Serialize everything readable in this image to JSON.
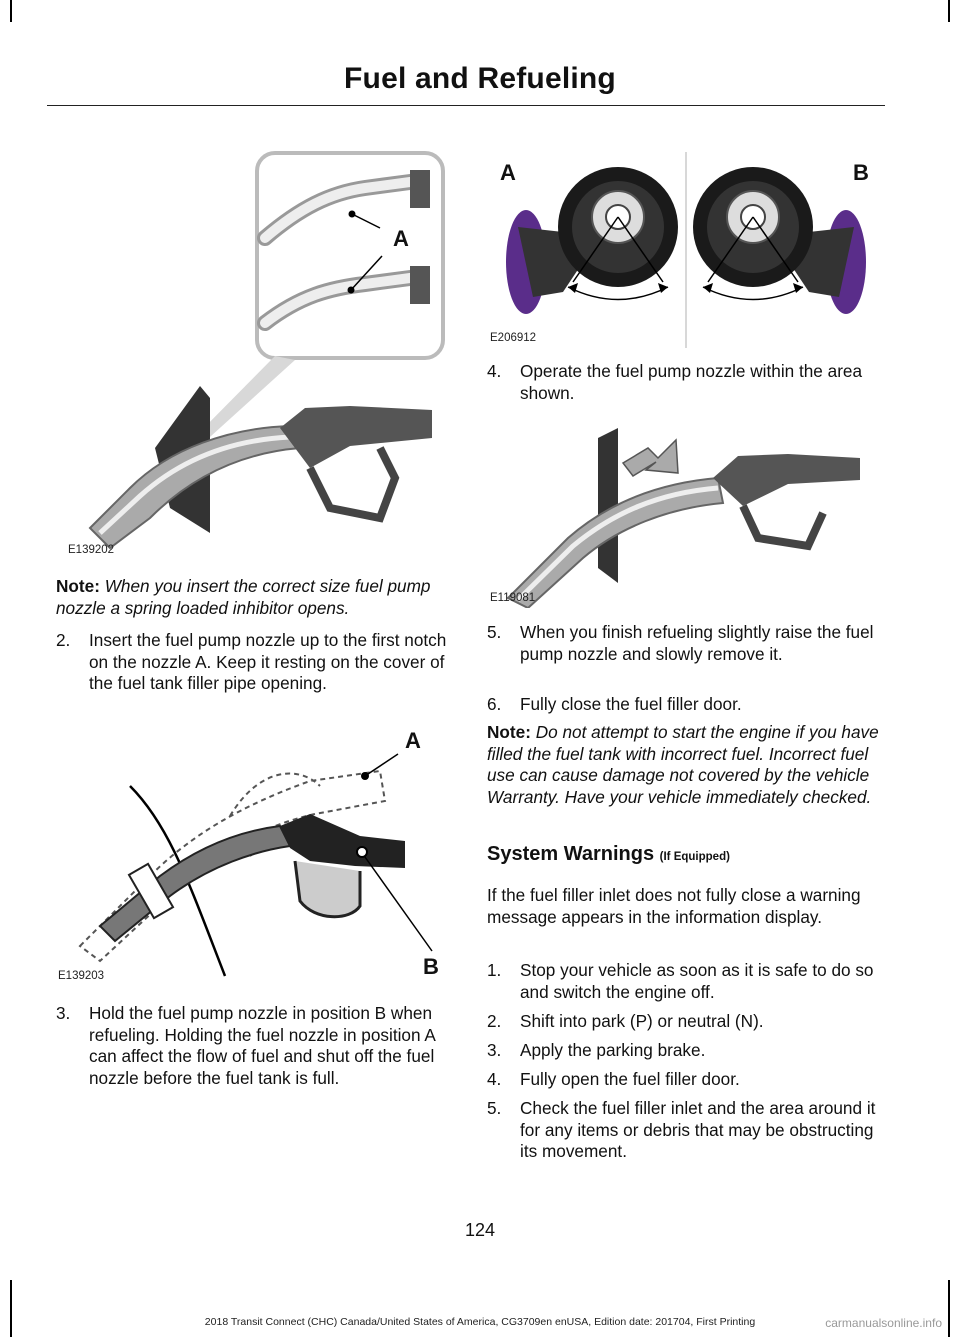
{
  "header": {
    "title": "Fuel and Refueling"
  },
  "figures": {
    "fig1": {
      "code": "E139202",
      "callout_a": "A"
    },
    "fig2": {
      "code": "E139203",
      "callout_a": "A",
      "callout_b": "B"
    },
    "fig3": {
      "code": "E206912",
      "callout_a": "A",
      "callout_b": "B"
    },
    "fig4": {
      "code": "E119081"
    }
  },
  "left": {
    "note1": {
      "label": "Note:",
      "text": "When you insert the correct size fuel pump nozzle a spring loaded inhibitor opens."
    },
    "step2": {
      "num": "2.",
      "text": "Insert the fuel pump nozzle up to the first notch on the nozzle A.  Keep it resting on the cover of the fuel tank filler pipe opening."
    },
    "step3": {
      "num": "3.",
      "text": "Hold the fuel pump nozzle in position B when refueling.  Holding the fuel nozzle in position A can affect the flow of fuel and shut off the fuel nozzle before the fuel tank is full."
    }
  },
  "right": {
    "step4": {
      "num": "4.",
      "text": "Operate the fuel pump nozzle within the area shown."
    },
    "step5": {
      "num": "5.",
      "text": "When you finish refueling slightly raise the fuel pump nozzle and slowly remove it."
    },
    "step6": {
      "num": "6.",
      "text": "Fully close the fuel filler door."
    },
    "note2": {
      "label": "Note:",
      "text": " Do not attempt to start the engine if you have filled the fuel tank with incorrect fuel.  Incorrect fuel use can cause damage not covered by the vehicle Warranty.  Have your vehicle immediately checked."
    },
    "section": {
      "title": "System Warnings",
      "suffix": "(If Equipped)"
    },
    "intro": "If the fuel filler inlet does not fully close a warning message appears in the information display.",
    "list": [
      {
        "num": "1.",
        "text": "Stop your vehicle as soon as it is safe to do so and switch the engine off."
      },
      {
        "num": "2.",
        "text": "Shift into park (P) or neutral (N)."
      },
      {
        "num": "3.",
        "text": "Apply the parking brake."
      },
      {
        "num": "4.",
        "text": "Fully open the fuel filler door."
      },
      {
        "num": "5.",
        "text": "Check the fuel filler inlet and the area around it for any items or debris that may be obstructing its movement."
      }
    ]
  },
  "page_number": "124",
  "footer": "2018 Transit Connect (CHC) Canada/United States of America, CG3709en enUSA, Edition date: 201704, First Printing",
  "watermark": "carmanualsonline.info"
}
